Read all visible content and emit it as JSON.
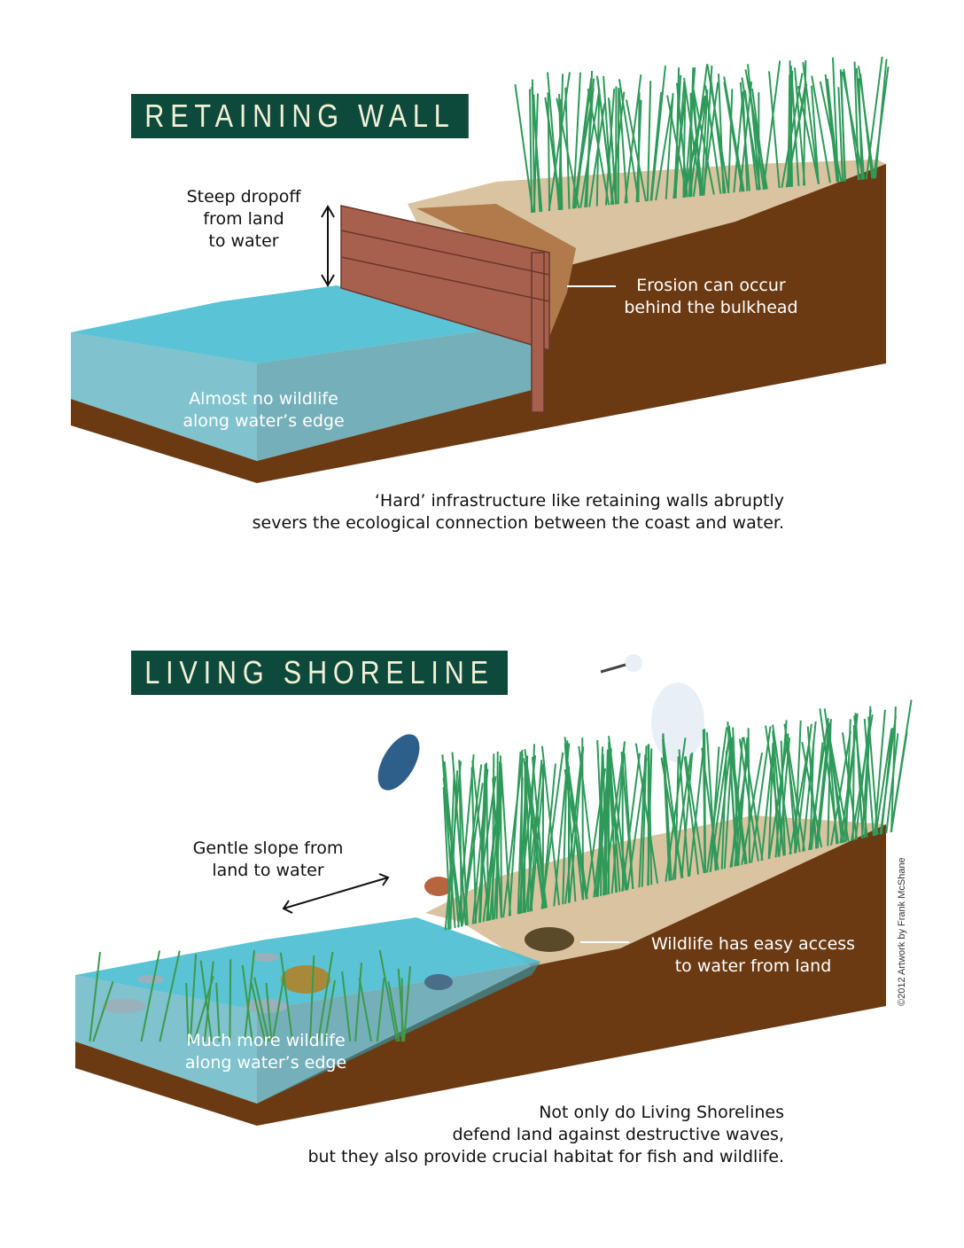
{
  "retaining_wall": {
    "title": "RETAINING WALL",
    "label_dropoff": [
      "Steep dropoff",
      "from land",
      "to water"
    ],
    "label_erosion": [
      "Erosion can occur",
      "behind the bulkhead"
    ],
    "label_wildlife": [
      "Almost no wildlife",
      "along water’s edge"
    ],
    "caption": [
      "‘Hard’ infrastructure like retaining walls abruptly",
      "severs the ecological connection between the coast and water."
    ]
  },
  "living_shoreline": {
    "title": "LIVING SHORELINE",
    "label_slope": [
      "Gentle slope from",
      "land to water"
    ],
    "label_access": [
      "Wildlife has easy access",
      "to water from land"
    ],
    "label_wildlife": [
      "Much more wildlife",
      "along water’s edge"
    ],
    "caption": [
      "Not only do Living Shorelines",
      "defend land against destructive waves,",
      "but they also provide crucial habitat for fish and wildlife."
    ]
  },
  "credit": "©2012 Artwork by Frank McShane",
  "colors": {
    "banner": "#0d4a3c",
    "soil": "#6b3a12",
    "sand": "#d9c3a0",
    "water": "#3fb3c9",
    "grass": "#2e9a5a"
  }
}
